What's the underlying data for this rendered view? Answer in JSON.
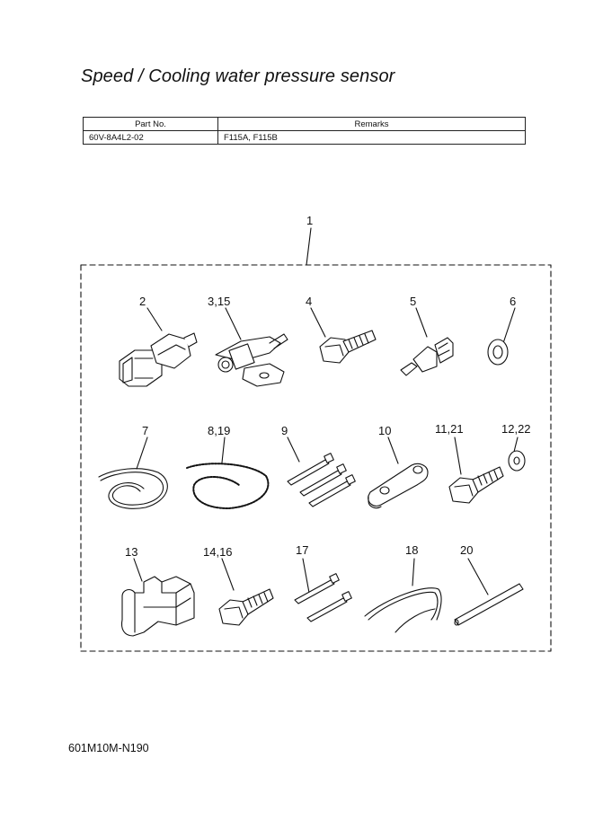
{
  "title": "Speed / Cooling water pressure sensor",
  "table": {
    "headers": [
      "Part No.",
      "Remarks"
    ],
    "rows": [
      [
        "60V-8A4L2-02",
        "F115A, F115B"
      ]
    ]
  },
  "callouts": {
    "kit": "1",
    "p2": "2",
    "p3": "3,15",
    "p4": "4",
    "p5": "5",
    "p6": "6",
    "p7": "7",
    "p8": "8,19",
    "p9": "9",
    "p10": "10",
    "p11": "11,21",
    "p12": "12,22",
    "p13": "13",
    "p14": "14,16",
    "p17": "17",
    "p18": "18",
    "p20": "20"
  },
  "footer_code": "601M10M-N190"
}
